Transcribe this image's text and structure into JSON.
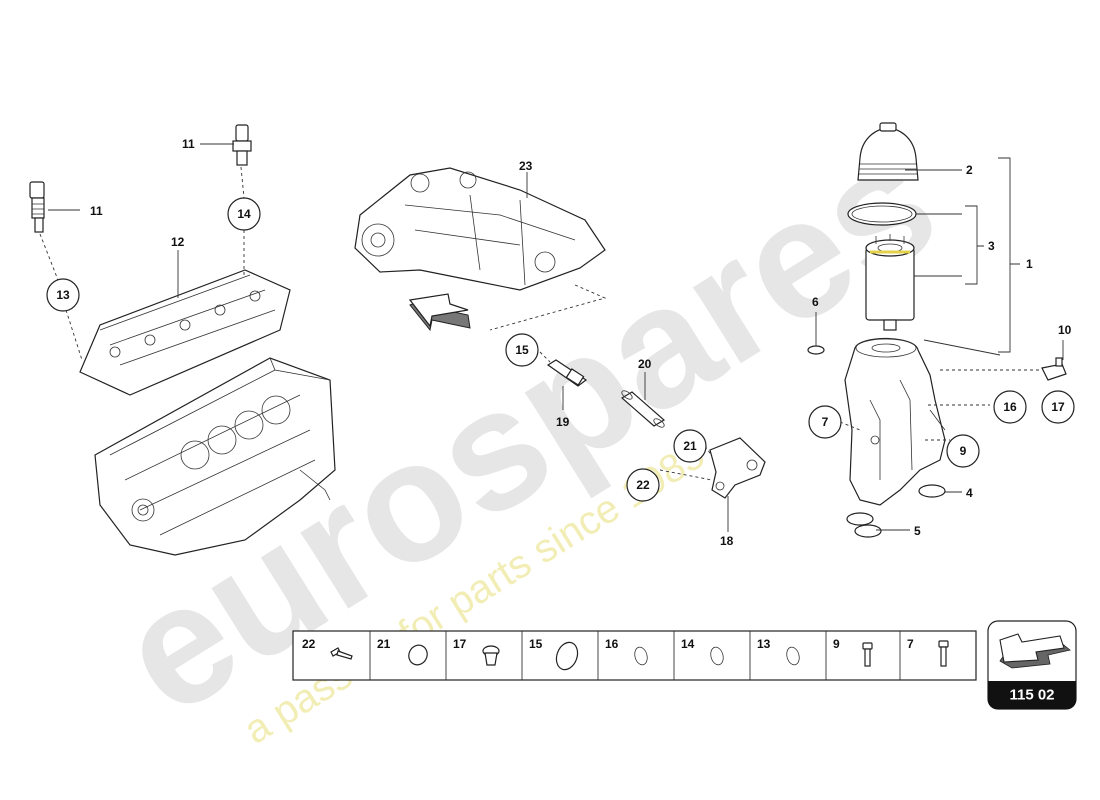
{
  "watermark": {
    "brand": "eurospares",
    "tagline": "a passion for parts since 1985"
  },
  "callouts": {
    "c1": "1",
    "c2": "2",
    "c3": "3",
    "c4": "4",
    "c5": "5",
    "c6": "6",
    "c7": "7",
    "c9": "9",
    "c10": "10",
    "c11a": "11",
    "c11b": "11",
    "c12": "12",
    "c13": "13",
    "c14": "14",
    "c15": "15",
    "c16": "16",
    "c17": "17",
    "c18": "18",
    "c19": "19",
    "c20": "20",
    "c21": "21",
    "c22": "22",
    "c23": "23"
  },
  "legend_table": {
    "cells": [
      "22",
      "21",
      "17",
      "15",
      "16",
      "14",
      "13",
      "9",
      "7"
    ]
  },
  "page_badge": {
    "number": "115 02"
  }
}
